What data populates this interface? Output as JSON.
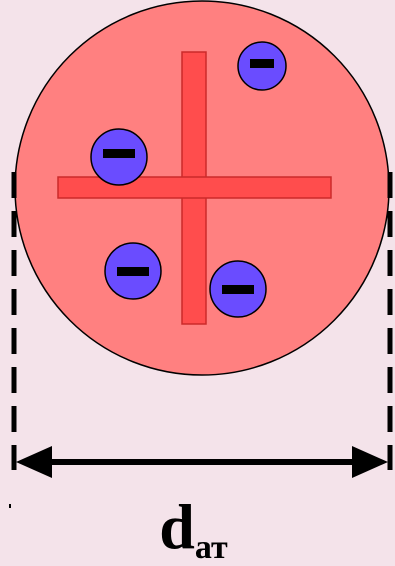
{
  "diagram": {
    "electron_symbol": "−",
    "electron_count": 4,
    "diameter_label": "d",
    "diameter_subscript": "ат"
  },
  "colors": {
    "background": "#f4e3ea",
    "nucleus_sphere": "#ff8080",
    "positive_cross": "#ff4d4d",
    "electron": "#6a4cff",
    "outline": "#000000"
  }
}
